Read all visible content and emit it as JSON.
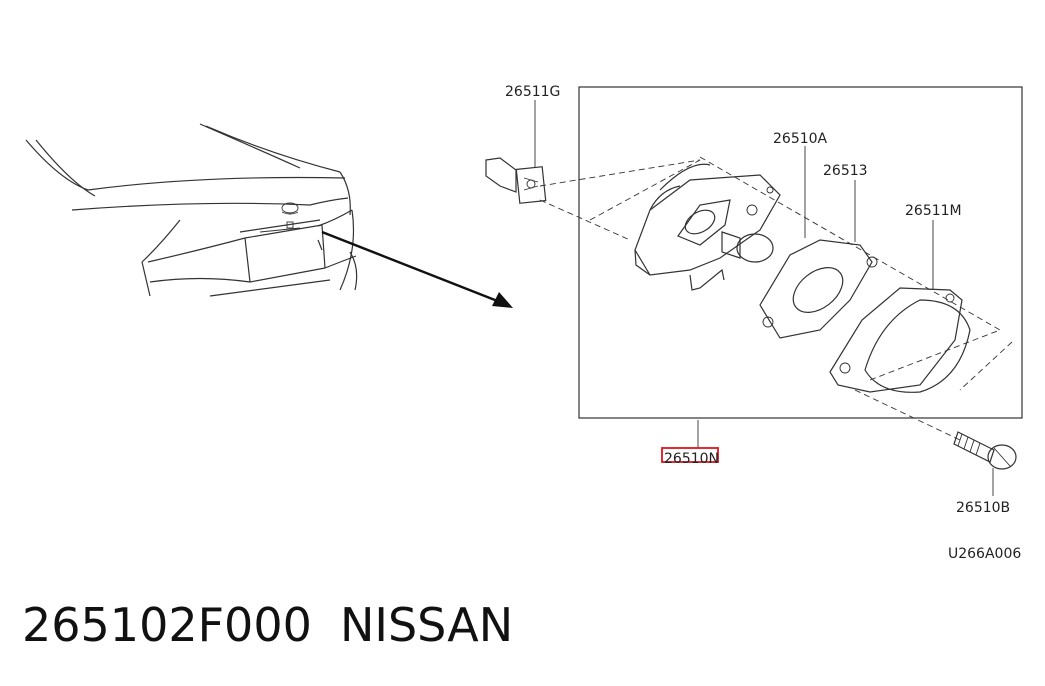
{
  "diagram": {
    "labels": {
      "bracket": "26511G",
      "bulb": "26510A",
      "gasket": "26513",
      "lens": "26511M",
      "assembly": "26510N",
      "screw": "26510B",
      "drawing_code": "U266A006"
    },
    "highlight_color": "#e0141e"
  },
  "footer": {
    "part_number": "265102F000",
    "brand": "NISSAN"
  }
}
